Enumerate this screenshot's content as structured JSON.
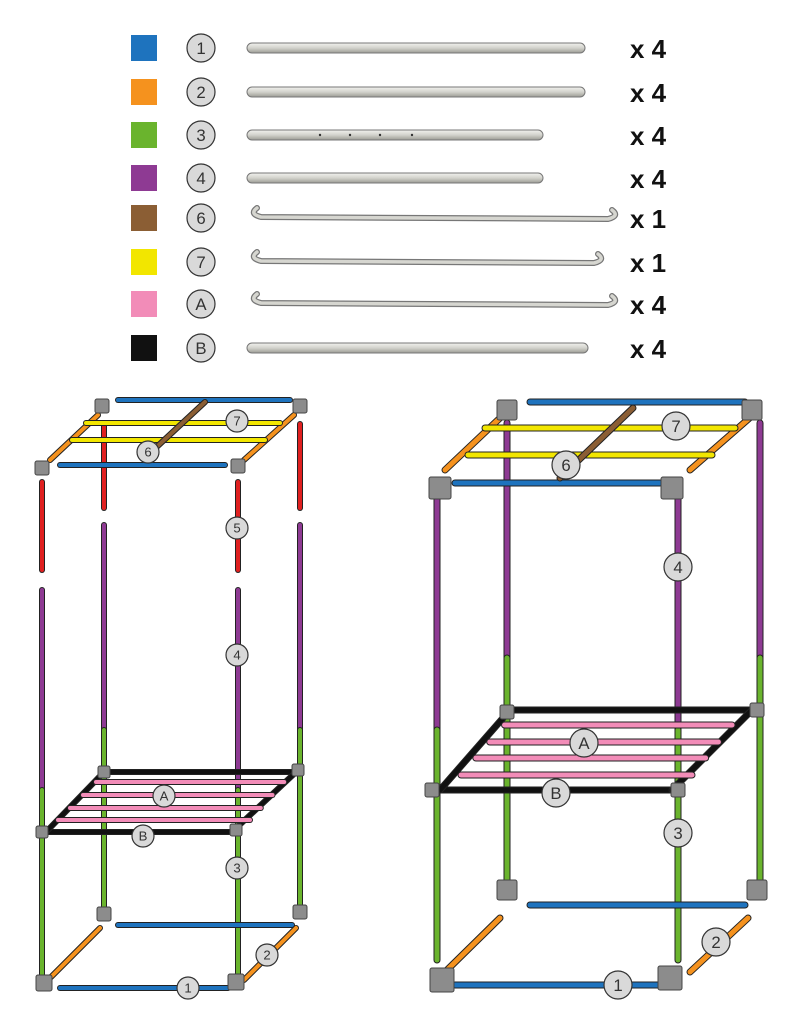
{
  "parts": [
    {
      "id": "1",
      "swatch_color": "#1e73be",
      "quantity": "x 4",
      "shape": "straight-long"
    },
    {
      "id": "2",
      "swatch_color": "#f5921e",
      "quantity": "x 4",
      "shape": "straight-long"
    },
    {
      "id": "3",
      "swatch_color": "#6ab42d",
      "quantity": "x 4",
      "shape": "straight-holes"
    },
    {
      "id": "4",
      "swatch_color": "#8e3a93",
      "quantity": "x 4",
      "shape": "straight-short"
    },
    {
      "id": "6",
      "swatch_color": "#8b5e34",
      "quantity": "x 1",
      "shape": "hooked-wide"
    },
    {
      "id": "7",
      "swatch_color": "#f2e600",
      "quantity": "x 1",
      "shape": "hooked-narrow"
    },
    {
      "id": "A",
      "swatch_color": "#f28cb8",
      "quantity": "x 4",
      "shape": "hooked-wide"
    },
    {
      "id": "B",
      "swatch_color": "#111111",
      "quantity": "x 4",
      "shape": "straight-medium"
    }
  ],
  "colors": {
    "blue": "#1e73be",
    "orange": "#f5921e",
    "green": "#6ab42d",
    "purple": "#8e3a93",
    "brown": "#8b5e34",
    "yellow": "#f2e600",
    "pink": "#f28cb8",
    "black": "#111111",
    "red": "#e02020",
    "connector": "#8c8c8c",
    "connector_dark": "#5e5e5e",
    "rod": "#d6d6d0",
    "callout_fill": "#d9d9d9"
  },
  "left_frame": {
    "callouts": [
      "7",
      "6",
      "5",
      "4",
      "A",
      "B",
      "3",
      "1",
      "2"
    ]
  },
  "right_frame": {
    "callouts": [
      "7",
      "6",
      "4",
      "A",
      "B",
      "3",
      "1",
      "2"
    ]
  }
}
